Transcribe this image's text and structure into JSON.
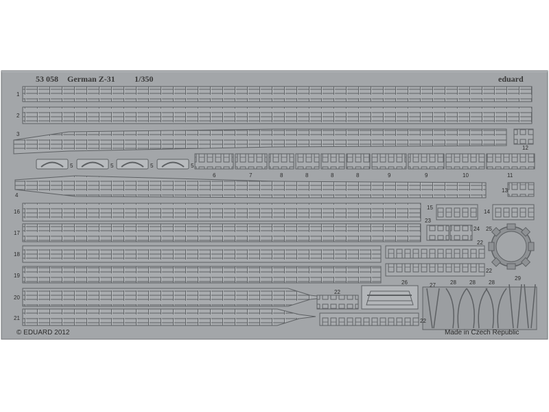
{
  "header": {
    "code": "53 058",
    "title": "German Z-31",
    "scale": "1/350",
    "brand": "eduard"
  },
  "footer": {
    "copyright": "© EDUARD 2012",
    "origin": "Made in Czech Republic"
  },
  "part_labels": [
    "1",
    "2",
    "3",
    "4",
    "5",
    "5",
    "5",
    "5",
    "6",
    "7",
    "8",
    "8",
    "8",
    "8",
    "9",
    "9",
    "10",
    "11",
    "12",
    "13",
    "14",
    "15",
    "16",
    "17",
    "18",
    "19",
    "20",
    "21",
    "22",
    "22",
    "22",
    "22",
    "23",
    "24",
    "25",
    "26",
    "27",
    "28",
    "28",
    "28",
    "29"
  ],
  "colors": {
    "background": "#ffffff",
    "fret": "#a3a6a9",
    "fret_edge": "#6f7275",
    "rail_light": "#c2c5c8",
    "rail_dark": "#5d6063"
  }
}
